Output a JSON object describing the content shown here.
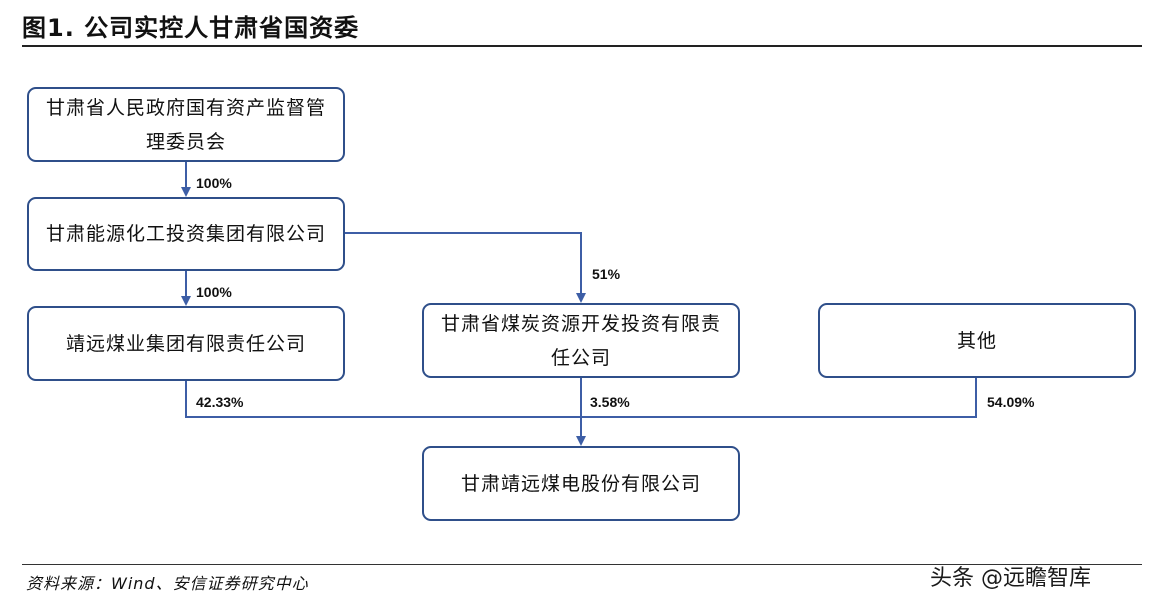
{
  "figure": {
    "title": "图1. 公司实控人甘肃省国资委"
  },
  "entities": {
    "gansu_sasac": "甘肃省人民政府国有资产监督管理委员会",
    "gansu_energy_chem": "甘肃能源化工投资集团有限公司",
    "jingyuan_coal_group": "靖远煤业集团有限责任公司",
    "gansu_coal_invest": "甘肃省煤炭资源开发投资有限责任公司",
    "others": "其他",
    "jingyuan_coal_power": "甘肃靖远煤电股份有限公司"
  },
  "ownership": {
    "sasac_to_energy": "100%",
    "energy_to_jingyuan_group": "100%",
    "energy_to_coal_invest": "51%",
    "jingyuan_group_to_target": "42.33%",
    "coal_invest_to_target": "3.58%",
    "others_to_target": "54.09%"
  },
  "footer": {
    "source": "资料来源：Wind、安信证券研究中心",
    "watermark": "头条 @远瞻智库"
  },
  "colors": {
    "box_border": "#2f4f8a",
    "connector": "#3d5ea6",
    "text": "#111111"
  }
}
